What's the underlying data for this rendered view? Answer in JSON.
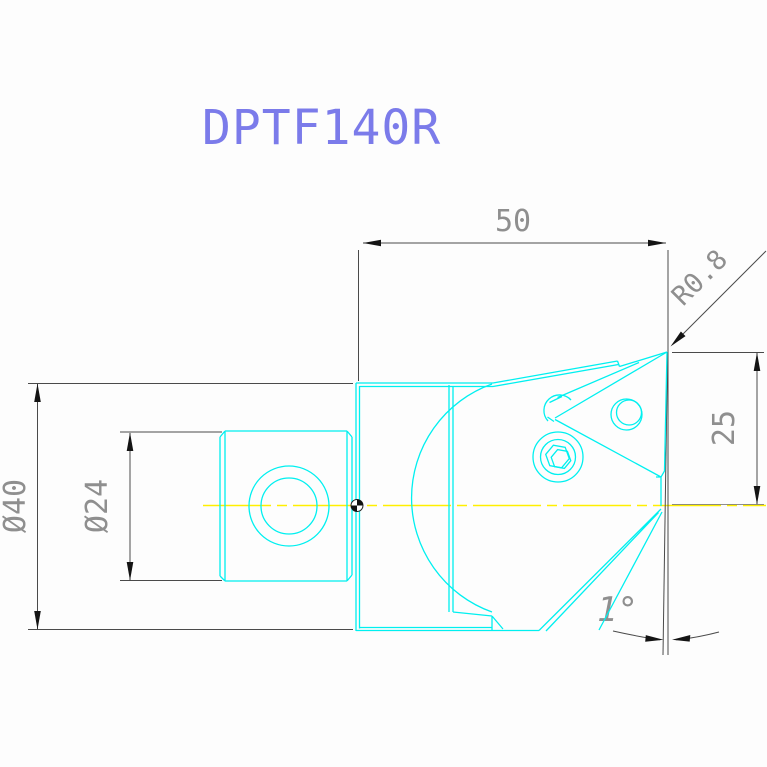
{
  "title": "DPTF140R",
  "dims": {
    "length": "50",
    "radius": "R0.8",
    "outer_dia": "Ø40",
    "bore_dia": "Ø24",
    "height": "25",
    "angle": "1°"
  },
  "colors": {
    "part": "#00f0f0",
    "centerline": "#ffef00",
    "dimline": "#4a4a4a",
    "dimtext": "#8f8f8f",
    "arrow": "#141414",
    "title": "#7b7bea",
    "background": "#fdfdfd"
  }
}
